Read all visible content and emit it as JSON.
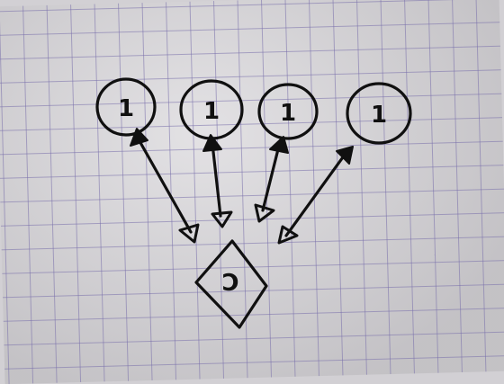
{
  "diagram": {
    "nodes": [
      {
        "id": "n1",
        "shape": "circle",
        "label": "1"
      },
      {
        "id": "n2",
        "shape": "circle",
        "label": "1"
      },
      {
        "id": "n3",
        "shape": "circle",
        "label": "1"
      },
      {
        "id": "n4",
        "shape": "circle",
        "label": "1"
      },
      {
        "id": "d1",
        "shape": "diamond",
        "label": "C"
      }
    ],
    "edges": [
      {
        "from": "n1",
        "to": "d1",
        "style": "bidirectional"
      },
      {
        "from": "n2",
        "to": "d1",
        "style": "bidirectional"
      },
      {
        "from": "n3",
        "to": "d1",
        "style": "bidirectional"
      },
      {
        "from": "n4",
        "to": "d1",
        "style": "bidirectional"
      }
    ],
    "colors": {
      "ink": "#101010",
      "paper": "#d4d2d6",
      "grid": "#7a6eaa"
    }
  }
}
